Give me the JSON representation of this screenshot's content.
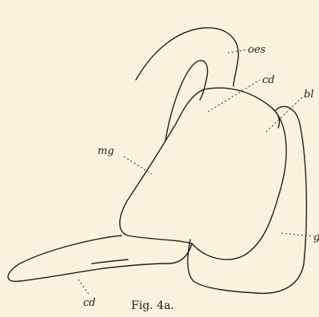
{
  "labels": {
    "oes": "oes",
    "cd_top": "cd",
    "bl": "bl",
    "mg": "mg",
    "g": "g",
    "cd_bottom": "cd"
  },
  "caption": "Fig. 4a.",
  "colors": {
    "background": "#f9f3dd",
    "ink": "#1f1f1f"
  }
}
